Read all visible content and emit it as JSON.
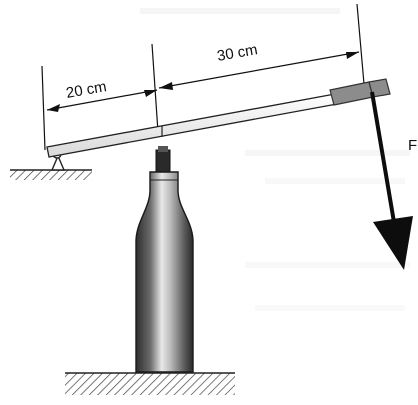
{
  "labels": {
    "short_arm": "20 cm",
    "long_arm": "30 cm",
    "force": "F"
  },
  "colors": {
    "ink": "#111111",
    "handle": "#8c8c8c",
    "bottle_dark": "#3a3a3a",
    "bottle_light": "#e6e6e6",
    "ground": "#555555",
    "arrow": "#0d0d0d"
  }
}
